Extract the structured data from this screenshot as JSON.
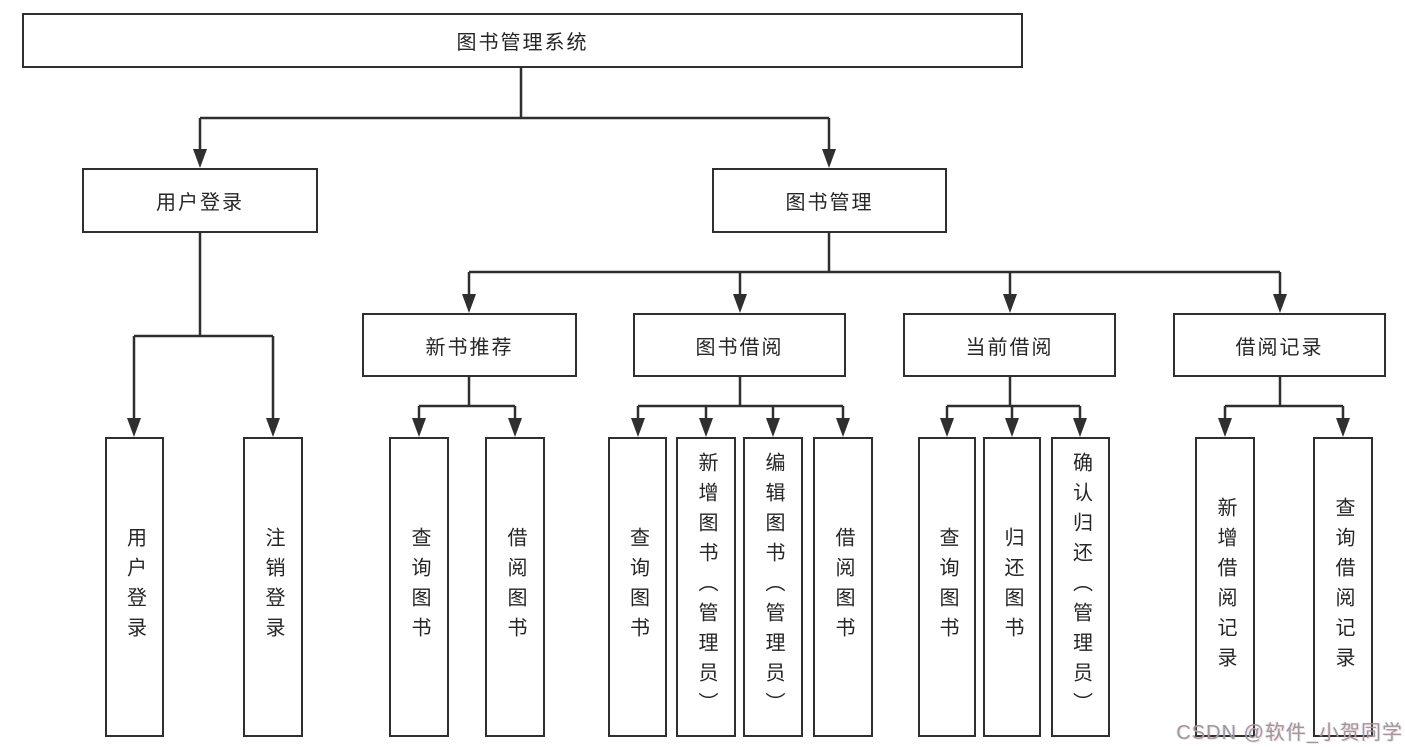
{
  "tree": {
    "label": "图书管理系统",
    "children": [
      {
        "label": "用户登录",
        "children": [
          {
            "label": "用户登录"
          },
          {
            "label": "注销登录"
          }
        ]
      },
      {
        "label": "图书管理",
        "children": [
          {
            "label": "新书推荐",
            "children": [
              {
                "label": "查询图书"
              },
              {
                "label": "借阅图书"
              }
            ]
          },
          {
            "label": "图书借阅",
            "children": [
              {
                "label": "查询图书"
              },
              {
                "label": "新增图书（管理员）"
              },
              {
                "label": "编辑图书（管理员）"
              },
              {
                "label": "借阅图书"
              }
            ]
          },
          {
            "label": "当前借阅",
            "children": [
              {
                "label": "查询图书"
              },
              {
                "label": "归还图书"
              },
              {
                "label": "确认归还（管理员）"
              }
            ]
          },
          {
            "label": "借阅记录",
            "children": [
              {
                "label": "新增借阅记录"
              },
              {
                "label": "查询借阅记录"
              }
            ]
          }
        ]
      }
    ]
  },
  "watermark": {
    "text": "CSDN @软件_小贺同学"
  },
  "colors": {
    "line": "#2f2f2f",
    "text": "#262626",
    "background": "#ffffff",
    "watermark": "#9b9b9b"
  }
}
